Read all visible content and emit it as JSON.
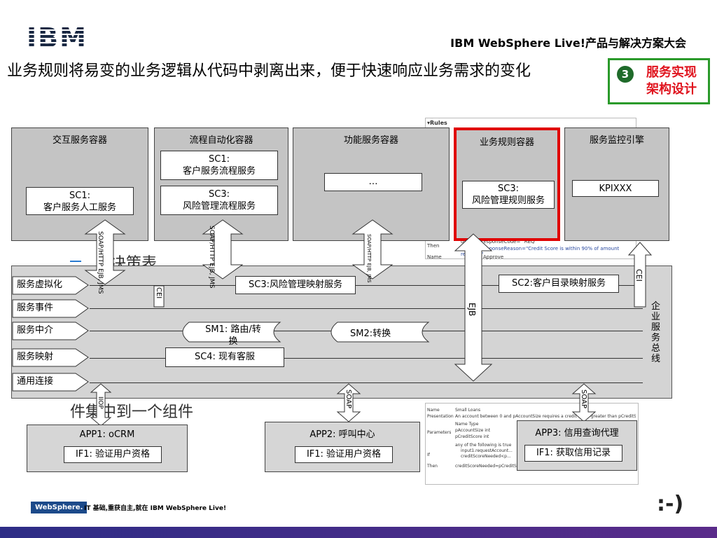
{
  "header": {
    "logo": "IBM",
    "event_title": "IBM WebSphere Live!产品与解决方案大会"
  },
  "slide": {
    "title": "业务规则将易变的业务逻辑从代码中剥离出来，便于快速响应业务需求的变化",
    "badge_number": "3",
    "badge_text": "服务实现架构设计",
    "bg_text_1": "决策表",
    "bg_text_2": "件集中到一个组件"
  },
  "containers": [
    {
      "title": "交互服务容器",
      "items": [
        "SC1:\n客户服务人工服务"
      ]
    },
    {
      "title": "流程自动化容器",
      "items": [
        "SC1:\n客户服务流程服务",
        "SC3:\n风险管理流程服务"
      ]
    },
    {
      "title": "功能服务容器",
      "items": [
        "…"
      ]
    },
    {
      "title": "业务规则容器",
      "items": [
        "SC3:\n风险管理规则服务"
      ]
    },
    {
      "title": "服务监控引擎",
      "items": [
        "KPIXXX"
      ]
    }
  ],
  "arrows": {
    "soap_ejb_jms": "SOAP/HTTP\nEJB, JMS",
    "soap_ejb_jms_2": "SOAP/HTTP\nEJB, JMS",
    "soap_ejb_jms_3": "SOAP/HTTP\nEJB, JMS",
    "cei": "CEI",
    "cei_2": "CEI",
    "ejb": "EJB",
    "iiop": "IIOP",
    "soap": "SOAP",
    "soap_2": "SOAP"
  },
  "bus": {
    "label": "企业服务总线",
    "rows": [
      "服务虚拟化",
      "服务事件",
      "服务中介",
      "服务映射",
      "通用连接"
    ],
    "sc3_mapping": "SC3:风险管理映射服务",
    "sc2_mapping": "SC2:客户目录映射服务",
    "sm1": "SM1: 路由/转换",
    "sm2": "SM2:转换",
    "sc4": "SC4: 现有客服"
  },
  "apps": [
    {
      "title": "APP1: oCRM",
      "iface": "IF1: 验证用户资格"
    },
    {
      "title": "APP2: 呼叫中心",
      "iface": "IF1: 验证用户资格"
    },
    {
      "title": "APP3: 信用查询代理",
      "iface": "IF1: 获取信用记录"
    }
  ],
  "rules_panel": {
    "heading": "▾Rules",
    "then_label": "Then",
    "then_line1": "output1.responseCode= \"REQ\"",
    "then_line2": "output1.responseReason=\"Credit Score is within 90% of amount required\"",
    "name_label": "Name",
    "name_value": "Approve"
  },
  "rules_panel2": {
    "name_label": "Name",
    "name_value": "Small Loans",
    "presentation_label": "Presentation",
    "presentation_value": "An account between 0 and pAccountSize requires a credit score greater than pCreditScore",
    "parameters_label": "Parameters",
    "param_header": "Name   Type",
    "param1": "pAccountSize   int",
    "param2": "pCreditScore   int",
    "if_label": "If",
    "if_value": "any of the following is true",
    "if_item1": "input1.requestAccount...",
    "if_item2": "creditScoreNeeded<p...",
    "then_label": "Then",
    "then_value": "creditScoreNeeded=pCreditSc..."
  },
  "footer": {
    "websphere_logo": "WebSphere.",
    "tagline": "IT 基础,重获自主,就在 IBM WebSphere Live!",
    "smiley": ":-)"
  },
  "colors": {
    "badge_border": "#2a9a2a",
    "badge_text": "#e0141e",
    "highlight_border": "#e00000",
    "footer": "#3a2a88"
  }
}
